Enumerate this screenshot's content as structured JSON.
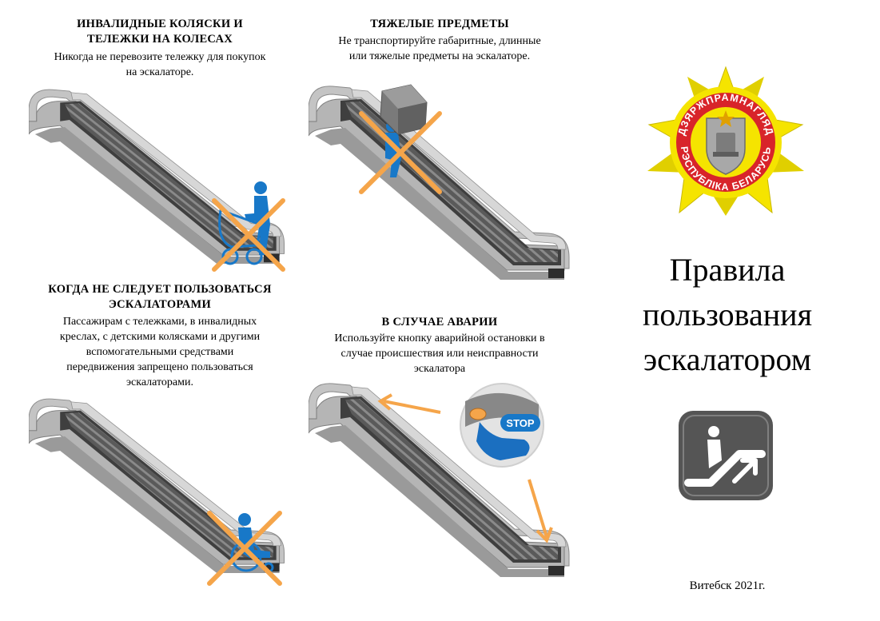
{
  "panels": {
    "wheelchairs": {
      "title_line1": "ИНВАЛИДНЫЕ  КОЛЯСКИ И",
      "title_line2": "ТЕЛЕЖКИ НА КОЛЕСАХ",
      "text_line1": "Никогда не перевозите тележку для покупок",
      "text_line2": "на эскалаторе."
    },
    "heavy": {
      "title": "ТЯЖЕЛЫЕ ПРЕДМЕТЫ",
      "text_line1": "Не транспортируйте габаритные, длинные",
      "text_line2": "или тяжелые предметы на эскалаторе."
    },
    "when_not": {
      "title_line1": "КОГДА НЕ СЛЕДУЕТ ПОЛЬЗОВАТЬСЯ",
      "title_line2": "ЭСКАЛАТОРАМИ",
      "text_line1": "Пассажирам с тележками, в инвалидных",
      "text_line2": "креслах, с детскими колясками и другими",
      "text_line3": "вспомогательными средствами",
      "text_line4": "передвижения запрещено пользоваться",
      "text_line5": "эскалаторами."
    },
    "emergency": {
      "title": "В СЛУЧАЕ АВАРИИ",
      "text_line1": "Используйте кнопку аварийной остановки в",
      "text_line2": "случае происшествия или неисправности",
      "text_line3": "эскалатора",
      "stop_label": "STOP"
    }
  },
  "emblem": {
    "top_text": "ДЗЯРЖПРАМНАГЛЯД",
    "bottom_text": "РЭСПУБЛІКА БЕЛАРУСЬ"
  },
  "title": {
    "line1": "Правила",
    "line2": "пользования",
    "line3": "эскалатором"
  },
  "footer": "Витебск 2021г.",
  "colors": {
    "cross": "#f5a54a",
    "figure": "#1878c8",
    "escalator_gray": "#a7a7a7",
    "escalator_dark": "#4a4a4a",
    "icon_bg": "#555555",
    "emblem_yellow": "#f5e400",
    "emblem_red": "#d8242a"
  },
  "icons": [
    "escalator-icon",
    "stop-button-icon",
    "emblem-icon"
  ]
}
